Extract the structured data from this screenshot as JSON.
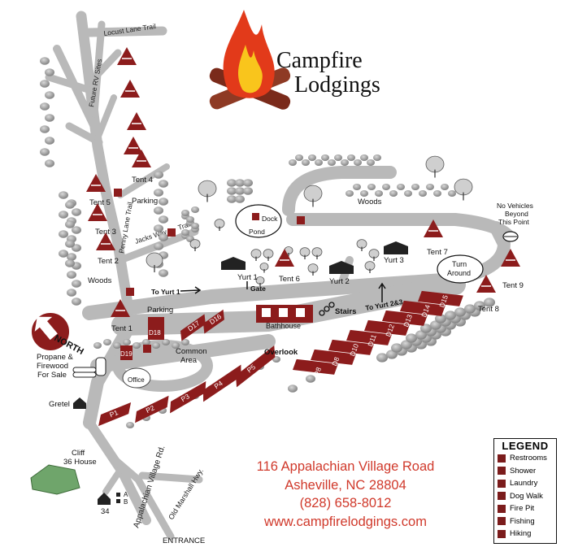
{
  "title": {
    "line1": "Campfire",
    "line2": "Lodgings"
  },
  "address": {
    "street": "116 Appalachian Village Road",
    "city": "Asheville, NC 28804",
    "phone": "(828) 658-8012",
    "website": "www.campfirelodgings.com"
  },
  "legend": {
    "title": "LEGEND",
    "items": [
      {
        "label": "Restrooms",
        "icon": "restroom-icon"
      },
      {
        "label": "Shower",
        "icon": "shower-icon"
      },
      {
        "label": "Laundry",
        "icon": "laundry-icon"
      },
      {
        "label": "Dog Walk",
        "icon": "dog-walk-icon"
      },
      {
        "label": "Fire Pit",
        "icon": "fire-pit-icon"
      },
      {
        "label": "Fishing",
        "icon": "fishing-icon"
      },
      {
        "label": "Hiking",
        "icon": "hiking-icon"
      }
    ]
  },
  "roads": {
    "locust": "Locust Lane Trail",
    "future_rv": "Future RV Sites",
    "penny": "Penny Lane Trail",
    "jacks": "Jacks Way",
    "jacks_trail": "Trail",
    "appalachian": "Appalachian Village Rd.",
    "old_marshall": "Old Marshall Hwy."
  },
  "labels": {
    "tent1": "Tent 1",
    "tent2": "Tent 2",
    "tent3": "Tent 3",
    "tent4": "Tent 4",
    "tent5": "Tent 5",
    "tent6": "Tent 6",
    "tent7": "Tent 7",
    "tent8": "Tent 8",
    "tent9": "Tent 9",
    "yurt1": "Yurt 1",
    "yurt2": "Yurt 2",
    "yurt3": "Yurt 3",
    "parking1": "Parking",
    "parking2": "Parking",
    "woods1": "Woods",
    "woods2": "Woods",
    "to_yurt1": "To Yurt 1",
    "gate": "Gate",
    "to_yurt23": "To Yurt 2&3",
    "stairs": "Stairs",
    "bathhouse": "Bathhouse",
    "overlook": "Overlook",
    "common_area1": "Common",
    "common_area2": "Area",
    "office": "Office",
    "propane1": "Propane &",
    "propane2": "Firewood",
    "propane3": "For Sale",
    "gretel": "Gretel",
    "cliff1": "Cliff",
    "cliff2": "36 House",
    "house34": "34",
    "house_a": "A",
    "house_b": "B",
    "entrance": "ENTRANCE",
    "north": "NORTH",
    "dock": "Dock",
    "pond": "Pond",
    "no_vehicles1": "No Vehicles",
    "no_vehicles2": "Beyond",
    "no_vehicles3": "This Point",
    "turn1": "Turn",
    "turn2": "Around"
  },
  "sites": {
    "p": [
      "P1",
      "P2",
      "P3",
      "P4",
      "P5"
    ],
    "d_left": [
      "D16",
      "D17",
      "D18",
      "D19"
    ],
    "d_right": [
      "P8",
      "D8",
      "D10",
      "D11",
      "D12",
      "D13",
      "D14",
      "D15"
    ]
  },
  "colors": {
    "road": "#b9b9b9",
    "site": "#8c1c1c",
    "rock": "#a8a8a8",
    "title_red": "#d0392b"
  }
}
